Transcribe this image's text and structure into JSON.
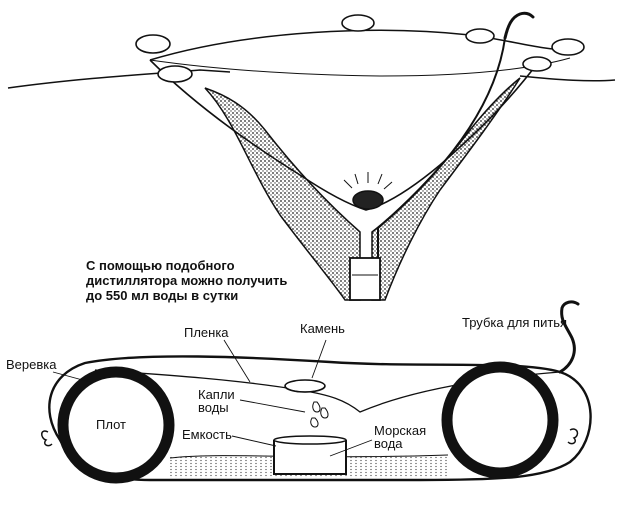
{
  "caption": {
    "lines": [
      "С помощью подобного",
      "дистиллятора можно получить",
      "до 550 мл воды в сутки"
    ]
  },
  "labels": {
    "film": "Пленка",
    "stone": "Камень",
    "tube": "Трубка для питья",
    "rope": "Веревка",
    "raft": "Плот",
    "drops": "Капли\nводы",
    "container": "Емкость",
    "sea_water": "Морская\nвода"
  },
  "colors": {
    "ink": "#111111",
    "shade": "#3a3a3a",
    "paper": "#ffffff"
  }
}
